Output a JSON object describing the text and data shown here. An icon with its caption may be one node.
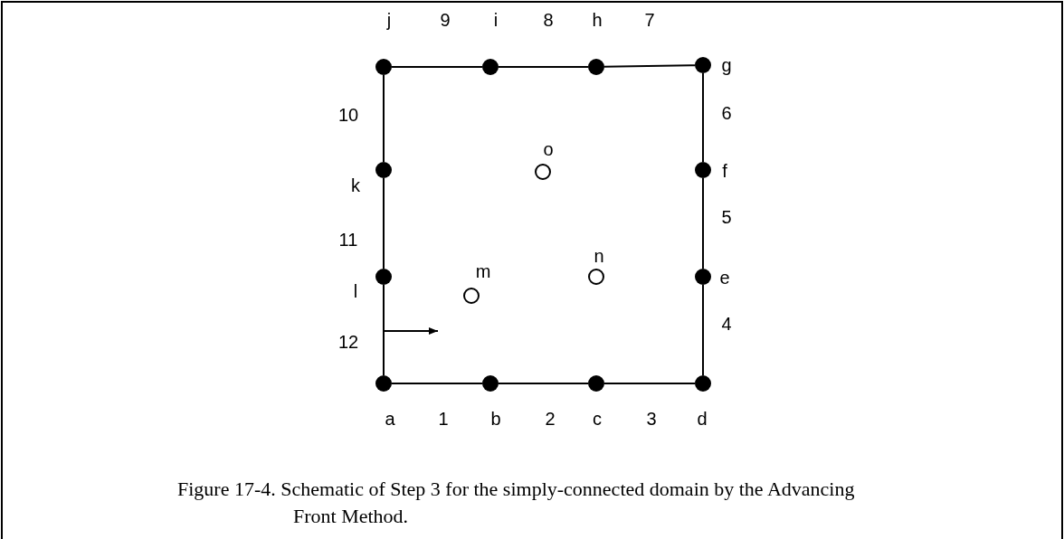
{
  "diagram": {
    "caption": "Figure 17-4. Schematic of Step 3 for the simply-connected domain by the Advancing Front Method.",
    "nodes": [
      {
        "text": [
          "a"
        ]
      },
      {
        "text": [
          "b"
        ]
      },
      {
        "text": [
          "c"
        ]
      },
      {
        "text": [
          "d"
        ]
      },
      {
        "text": [
          "e"
        ]
      },
      {
        "text": [
          "f"
        ]
      },
      {
        "text": [
          "g"
        ]
      },
      {
        "text": [
          "h"
        ]
      },
      {
        "text": [
          "i"
        ]
      },
      {
        "text": [
          "j"
        ]
      },
      {
        "text": [
          "k"
        ]
      },
      {
        "text": [
          "l"
        ]
      },
      {
        "text": [
          "m"
        ]
      },
      {
        "text": [
          "n"
        ]
      },
      {
        "text": [
          "o"
        ]
      }
    ],
    "edges": [
      {
        "from": 0,
        "to": 1,
        "arrow": "none",
        "label": "1"
      },
      {
        "from": 1,
        "to": 2,
        "arrow": "none",
        "label": "2"
      },
      {
        "from": 2,
        "to": 3,
        "arrow": "none",
        "label": "3"
      },
      {
        "from": 3,
        "to": 4,
        "arrow": "none",
        "label": "4"
      },
      {
        "from": 4,
        "to": 5,
        "arrow": "none",
        "label": "5"
      },
      {
        "from": 5,
        "to": 6,
        "arrow": "none",
        "label": "6"
      },
      {
        "from": 6,
        "to": 7,
        "arrow": "none",
        "label": "7"
      },
      {
        "from": 7,
        "to": 8,
        "arrow": "none",
        "label": "8"
      },
      {
        "from": 8,
        "to": 9,
        "arrow": "none",
        "label": "9"
      },
      {
        "from": 9,
        "to": 10,
        "arrow": "none",
        "label": "10"
      },
      {
        "from": 10,
        "to": 11,
        "arrow": "none",
        "label": "11"
      },
      {
        "from": 11,
        "to": 0,
        "arrow": "none",
        "label": "12"
      }
    ]
  }
}
